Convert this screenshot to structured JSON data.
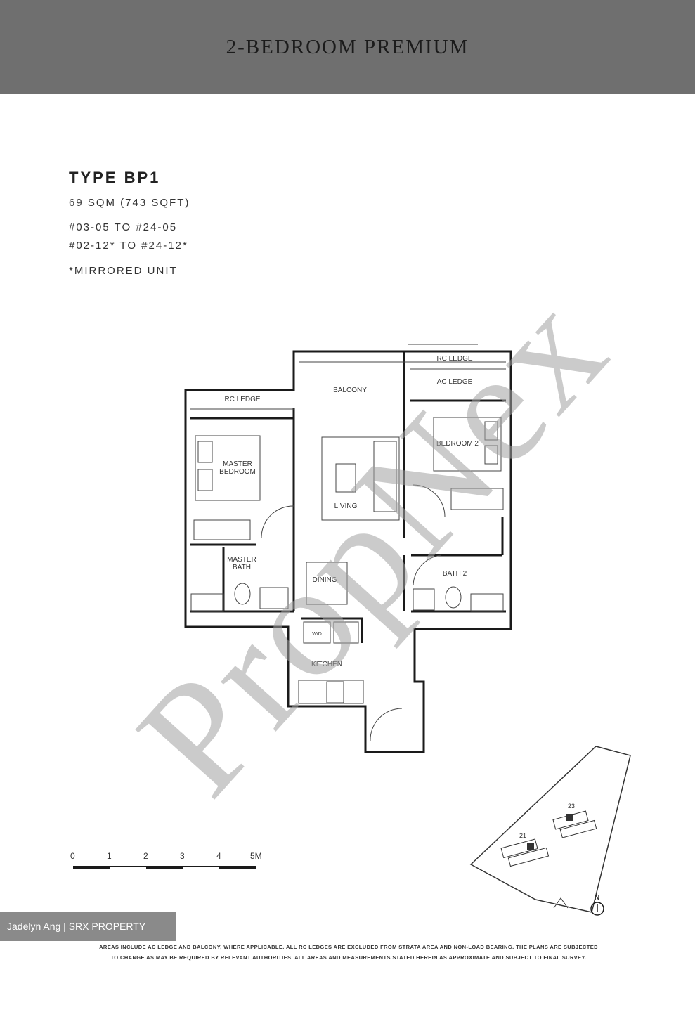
{
  "header": {
    "title": "2-BEDROOM PREMIUM"
  },
  "unit": {
    "type_title": "TYPE BP1",
    "area": "69 SQM (743 SQFT)",
    "unit_ranges": [
      "#03-05  TO  #24-05",
      "#02-12*  TO  #24-12*"
    ],
    "note": "*MIRRORED UNIT"
  },
  "rooms": {
    "rc_ledge_left": "RC LEDGE",
    "balcony": "BALCONY",
    "rc_ledge_top": "RC LEDGE",
    "ac_ledge": "AC LEDGE",
    "master_bedroom_line1": "MASTER",
    "master_bedroom_line2": "BEDROOM",
    "living": "LIVING",
    "bedroom2": "BEDROOM 2",
    "master_bath_line1": "MASTER",
    "master_bath_line2": "BATH",
    "dining": "DINING",
    "bath2": "BATH 2",
    "kitchen": "KITCHEN",
    "wd": "W/D"
  },
  "watermark": "PropNex",
  "scale": {
    "ticks": [
      "0",
      "1",
      "2",
      "3",
      "4",
      "5M"
    ]
  },
  "keyplan": {
    "block_left": "21",
    "block_right": "23",
    "north": "N"
  },
  "credit": "Jadelyn Ang | SRX PROPERTY",
  "disclaimer": {
    "line1": "AREAS INCLUDE AC LEDGE AND BALCONY, WHERE APPLICABLE. ALL RC LEDGES ARE EXCLUDED FROM STRATA AREA AND NON-LOAD BEARING. THE PLANS ARE SUBJECTED",
    "line2": "TO CHANGE AS MAY BE REQUIRED BY RELEVANT AUTHORITIES. ALL AREAS AND MEASUREMENTS STATED HEREIN AS APPROXIMATE AND SUBJECT TO FINAL SURVEY."
  },
  "colors": {
    "header_bg": "#6f6f6f",
    "wall": "#1a1a1a",
    "watermark": "#a0a0a0"
  }
}
